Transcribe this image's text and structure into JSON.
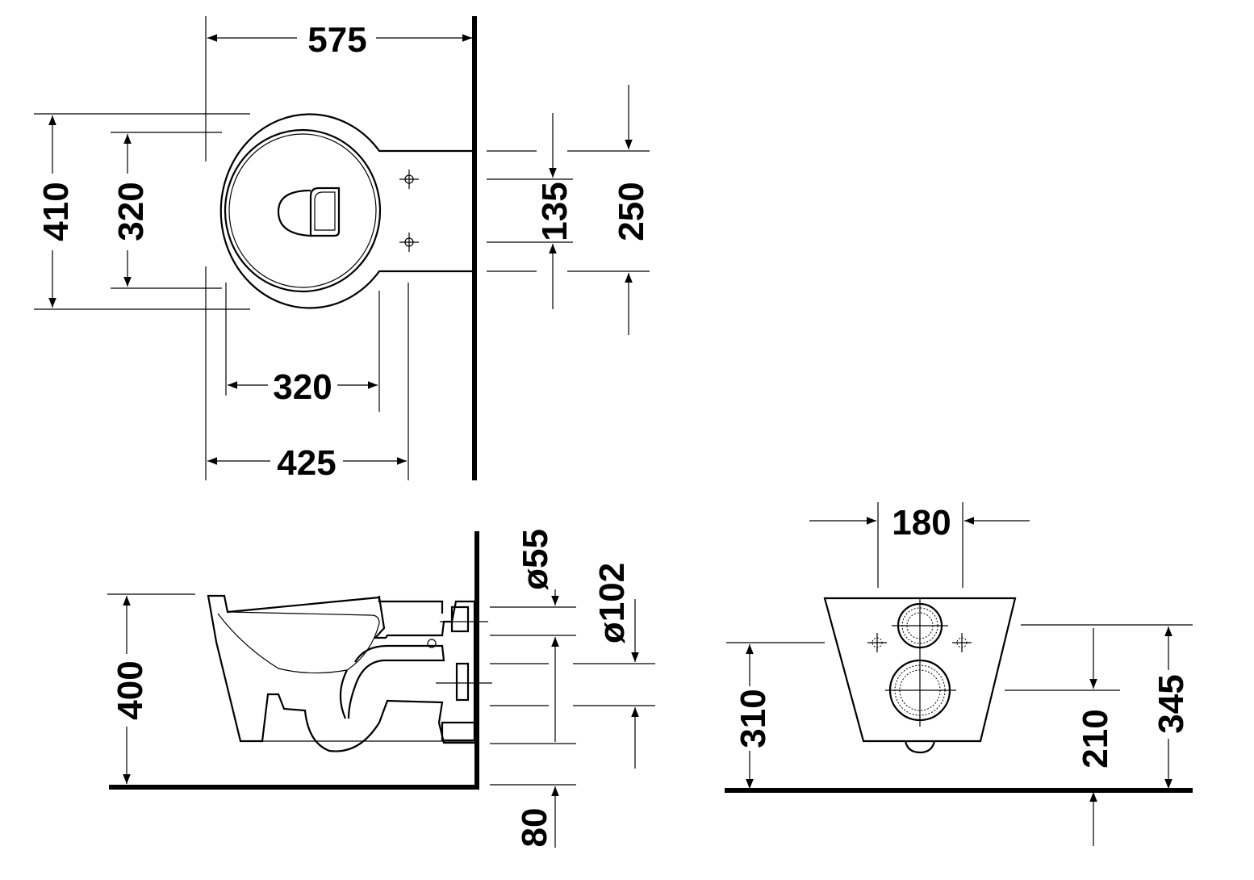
{
  "dimensions": {
    "top_width": "575",
    "top_depth_outer": "410",
    "top_depth_inner": "320",
    "top_inner_width": "320",
    "top_rim_width": "425",
    "top_fix_spacing": "135",
    "top_fix_depth": "250",
    "side_height": "400",
    "side_inlet_diameter": "ø55",
    "side_outlet_diameter": "ø102",
    "side_outlet_height": "80",
    "front_fix_spacing": "180",
    "front_bolt_height": "310",
    "front_outlet_height": "210",
    "front_inlet_height": "345"
  }
}
